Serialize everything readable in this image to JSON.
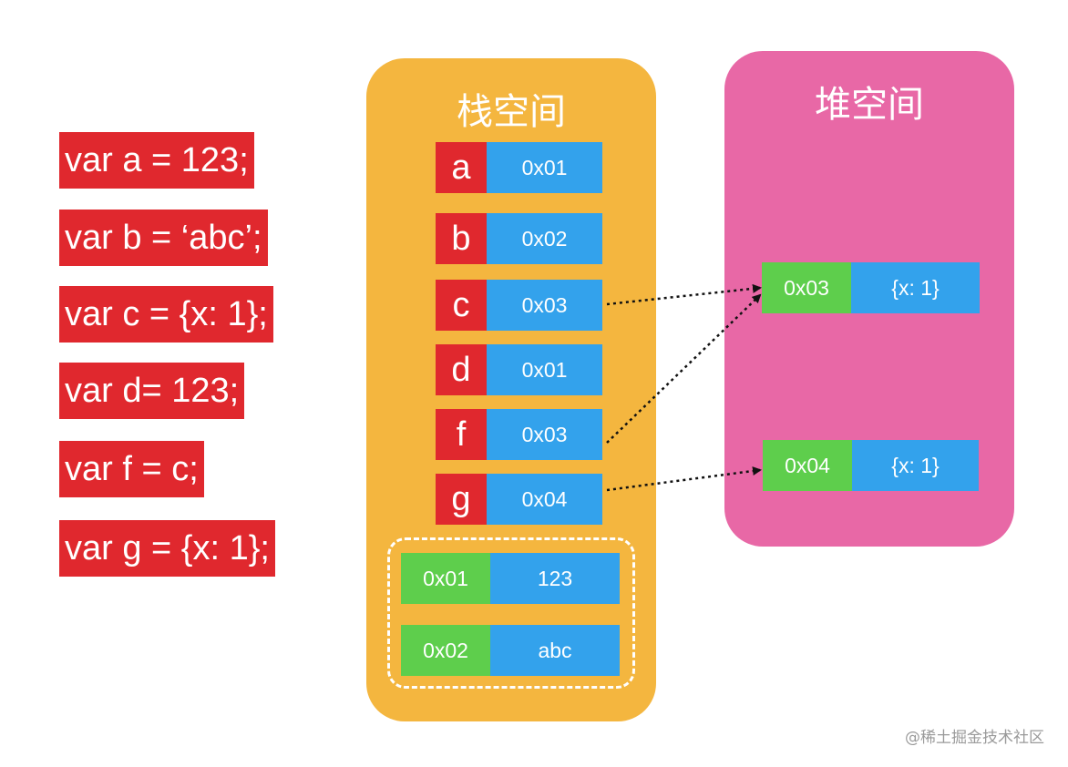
{
  "code_lines": [
    "var a = 123;",
    "var b = ‘abc’;",
    "var c = {x: 1};",
    "var d= 123;",
    "var f = c;",
    "var g = {x: 1};"
  ],
  "stack": {
    "title": "栈空间",
    "variables": [
      {
        "name": "a",
        "address": "0x01"
      },
      {
        "name": "b",
        "address": "0x02"
      },
      {
        "name": "c",
        "address": "0x03"
      },
      {
        "name": "d",
        "address": "0x01"
      },
      {
        "name": "f",
        "address": "0x03"
      },
      {
        "name": "g",
        "address": "0x04"
      }
    ],
    "primitives": [
      {
        "address": "0x01",
        "value": "123"
      },
      {
        "address": "0x02",
        "value": "abc"
      }
    ]
  },
  "heap": {
    "title": "堆空间",
    "objects": [
      {
        "address": "0x03",
        "value": "{x: 1}"
      },
      {
        "address": "0x04",
        "value": "{x: 1}"
      }
    ]
  },
  "references": [
    {
      "from_variable": "c",
      "to_address": "0x03"
    },
    {
      "from_variable": "f",
      "to_address": "0x03"
    },
    {
      "from_variable": "g",
      "to_address": "0x04"
    }
  ],
  "watermark": "@稀土掘金技术社区",
  "colors": {
    "code_bg": "#e0282e",
    "stack_bg": "#f4b63f",
    "heap_bg": "#e868a6",
    "address_green": "#5ece4c",
    "value_blue": "#33a2ec"
  }
}
